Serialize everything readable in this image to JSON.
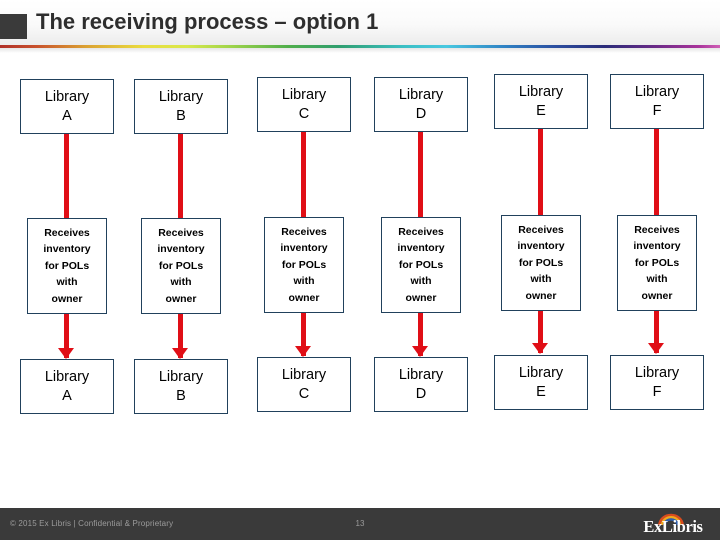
{
  "header": {
    "title": "The receiving process – option 1",
    "bullet_icon": "square-bullet-icon",
    "accent_rule": "rainbow-gradient-rule"
  },
  "diagram": {
    "type": "flow-columns",
    "process_label_lines": [
      "Receives",
      "inventory",
      "for POLs",
      "with",
      "owner"
    ],
    "connector_color": "#e00e16",
    "node_border_color": "#21415c",
    "columns": [
      {
        "id": "A",
        "top": {
          "line1": "Library",
          "line2": "A"
        },
        "middle": {
          "line1": "Receives",
          "line2": "inventory",
          "line3": "for POLs",
          "line4": "with",
          "line5": "owner"
        },
        "bottom": {
          "line1": "Library",
          "line2": "A"
        }
      },
      {
        "id": "B",
        "top": {
          "line1": "Library",
          "line2": "B"
        },
        "middle": {
          "line1": "Receives",
          "line2": "inventory",
          "line3": "for POLs",
          "line4": "with",
          "line5": "owner"
        },
        "bottom": {
          "line1": "Library",
          "line2": "B"
        }
      },
      {
        "id": "C",
        "top": {
          "line1": "Library",
          "line2": "C"
        },
        "middle": {
          "line1": "Receives",
          "line2": "inventory",
          "line3": "for POLs",
          "line4": "with",
          "line5": "owner"
        },
        "bottom": {
          "line1": "Library",
          "line2": "C"
        }
      },
      {
        "id": "D",
        "top": {
          "line1": "Library",
          "line2": "D"
        },
        "middle": {
          "line1": "Receives",
          "line2": "inventory",
          "line3": "for POLs",
          "line4": "with",
          "line5": "owner"
        },
        "bottom": {
          "line1": "Library",
          "line2": "D"
        }
      },
      {
        "id": "E",
        "top": {
          "line1": "Library",
          "line2": "E"
        },
        "middle": {
          "line1": "Receives",
          "line2": "inventory",
          "line3": "for POLs",
          "line4": "with",
          "line5": "owner"
        },
        "bottom": {
          "line1": "Library",
          "line2": "E"
        }
      },
      {
        "id": "F",
        "top": {
          "line1": "Library",
          "line2": "F"
        },
        "middle": {
          "line1": "Receives",
          "line2": "inventory",
          "line3": "for POLs",
          "line4": "with",
          "line5": "owner"
        },
        "bottom": {
          "line1": "Library",
          "line2": "F"
        }
      }
    ]
  },
  "footer": {
    "copyright": "© 2015 Ex Libris | Confidential & Proprietary",
    "page_number": "13",
    "logo_text": "ExLibris",
    "background": "#3a3a3a"
  }
}
